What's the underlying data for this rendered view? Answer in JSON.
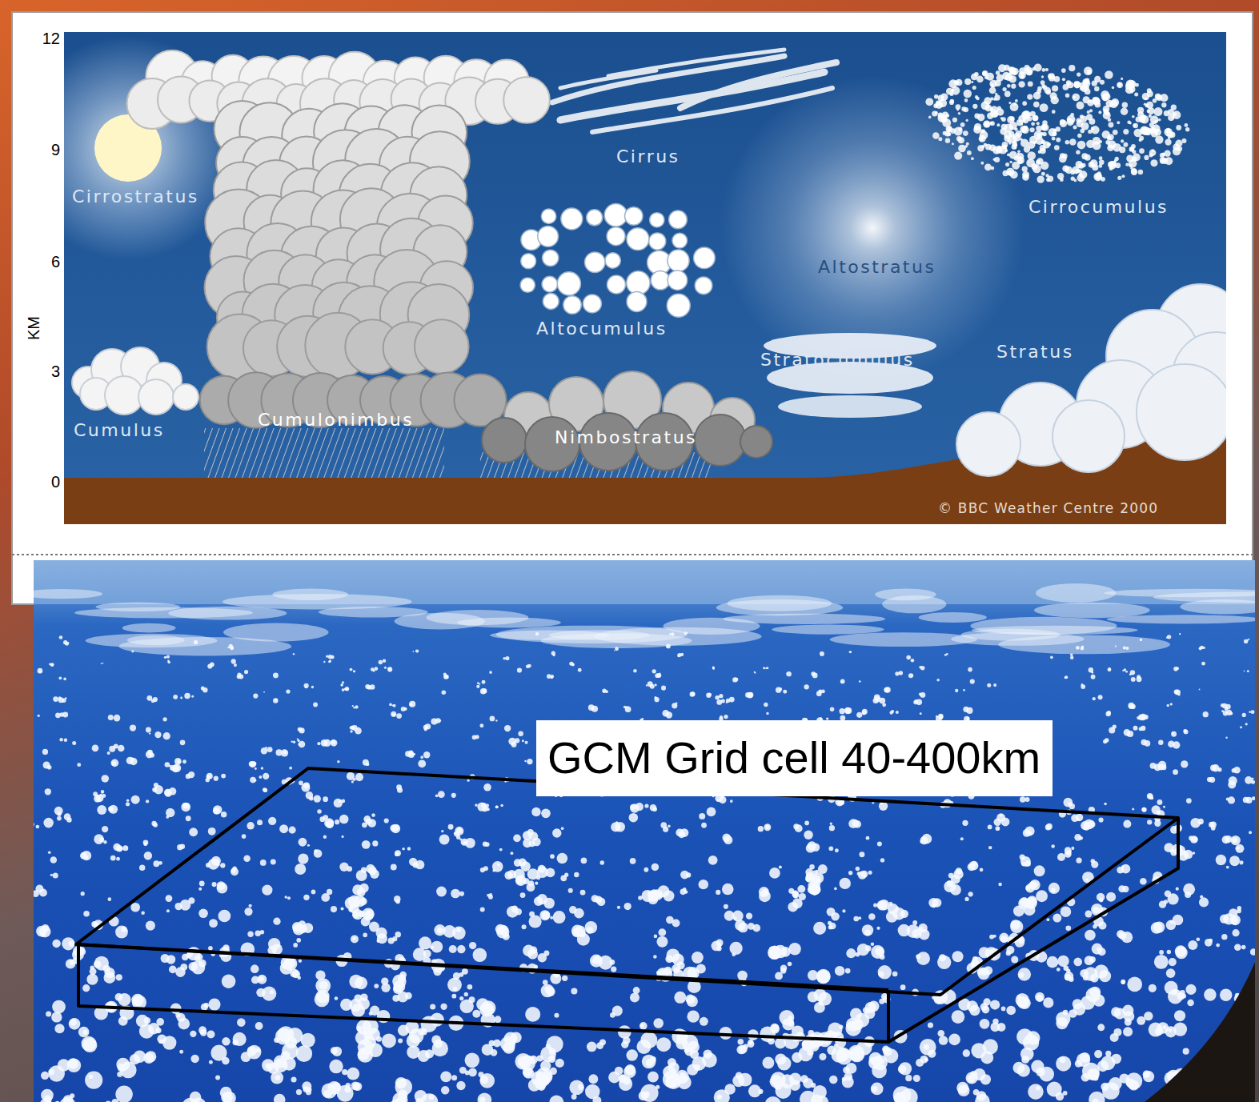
{
  "diagram": {
    "nodes": [
      {
        "text": [
          "GCM Grid cell 40-400km"
        ]
      }
    ],
    "labels": [
      "12",
      "9",
      "6",
      "3",
      "0",
      "KM",
      "Cirrostratus",
      "Cirrus",
      "Cirrocumulus",
      "Altocumulus",
      "Altostratus",
      "Stratocumulus",
      "Stratus",
      "Cumulus",
      "Cumulonimbus",
      "Nimbostratus",
      "© BBC Weather Centre 2000"
    ]
  }
}
